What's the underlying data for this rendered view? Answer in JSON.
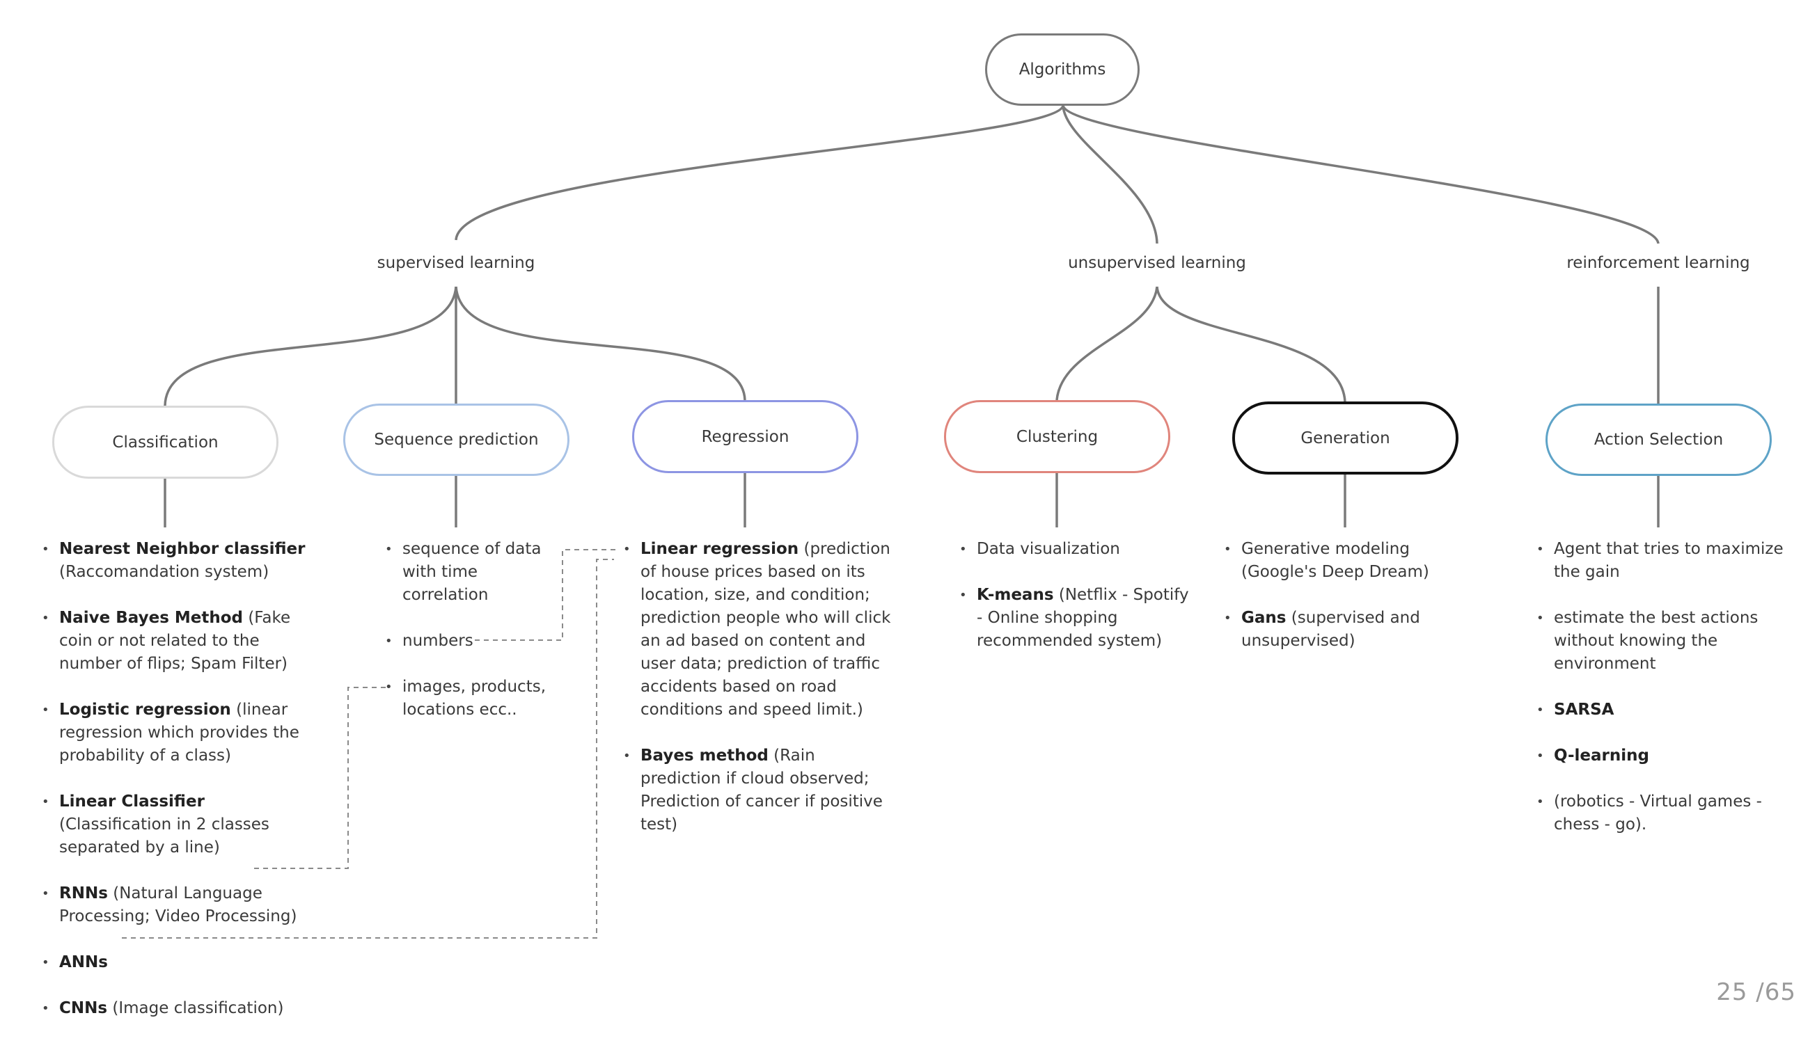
{
  "root": {
    "label": "Algorithms"
  },
  "branches": [
    {
      "label": "supervised learning"
    },
    {
      "label": "unsupervised learning"
    },
    {
      "label": "reinforcement learning"
    }
  ],
  "nodes": [
    {
      "label": "Classification",
      "border_color": "#d9d9d9"
    },
    {
      "label": "Sequence prediction",
      "border_color": "#a9c3e6"
    },
    {
      "label": "Regression",
      "border_color": "#8d95e3"
    },
    {
      "label": "Clustering",
      "border_color": "#e0857c"
    },
    {
      "label": "Generation",
      "border_color": "#111111"
    },
    {
      "label": "Action Selection",
      "border_color": "#5ea3c7"
    }
  ],
  "classification_items": [
    {
      "bold": "Nearest Neighbor classifier",
      "text": "(Raccomandation system)"
    },
    {
      "bold": "Naive Bayes Method",
      "text": "(Fake coin or not related to the number of flips; Spam Filter)"
    },
    {
      "bold": "Logistic regression",
      "text": "(linear regression which provides the probability of a class)"
    },
    {
      "bold": "Linear Classifier",
      "text": "(Classification in 2 classes separated by a line)"
    },
    {
      "bold": "RNNs",
      "text": "(Natural Language Processing; Video Processing)"
    },
    {
      "bold": "ANNs",
      "text": ""
    },
    {
      "bold": "CNNs",
      "text": "(Image classification)"
    }
  ],
  "sequence_items": [
    {
      "bold": "",
      "text": "sequence of data with time correlation"
    },
    {
      "bold": "",
      "text": "numbers"
    },
    {
      "bold": "",
      "text": "images, products, locations ecc.."
    }
  ],
  "regression_items": [
    {
      "bold": "Linear regression",
      "text": "(prediction of house prices based on its location, size, and condition; prediction people who will click an ad based on content and user data; prediction of traffic accidents based on road conditions and speed limit.)"
    },
    {
      "bold": "Bayes method",
      "text": "(Rain prediction if cloud observed; Prediction of cancer if positive test)"
    }
  ],
  "clustering_items": [
    {
      "bold": "",
      "text": "Data visualization"
    },
    {
      "bold": "K-means",
      "text": "(Netflix - Spotify - Online shopping recommended system)"
    }
  ],
  "generation_items": [
    {
      "bold": "",
      "text": "Generative modeling (Google's Deep Dream)"
    },
    {
      "bold": "Gans",
      "text": "(supervised and unsupervised)"
    }
  ],
  "action_items": [
    {
      "bold": "",
      "text": "Agent that tries to maximize the gain"
    },
    {
      "bold": "",
      "text": "estimate the best actions without knowing the environment"
    },
    {
      "bold": "SARSA",
      "text": ""
    },
    {
      "bold": "Q-learning",
      "text": ""
    },
    {
      "bold": "",
      "text": "(robotics - Virtual games - chess - go)."
    }
  ],
  "page_number": "25 /65"
}
